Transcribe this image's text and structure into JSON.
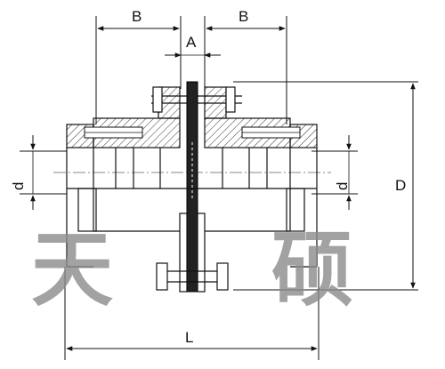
{
  "dimensions": {
    "flange_offset_left": "B",
    "flange_offset_right": "B",
    "spacer_gap": "A",
    "bore_left": "d",
    "bore_right": "d",
    "outer_diameter": "D",
    "overall_length": "L"
  },
  "watermark": {
    "char_left": "天",
    "char_right": "硕"
  },
  "colors": {
    "line": "#1a1a1a",
    "hatch": "#333333",
    "disc_pack": "#222222",
    "watermark": "#8c8c8c"
  }
}
